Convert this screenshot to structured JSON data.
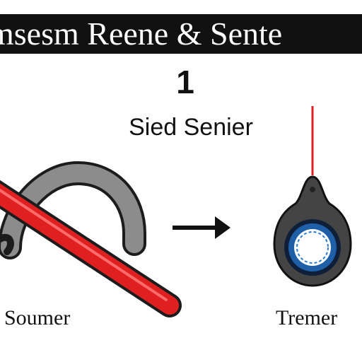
{
  "banner": {
    "text": "msesm Reene & Sente"
  },
  "step": {
    "number": "1"
  },
  "subtitle": "Sied Senier",
  "left_label": "Soumer",
  "right_label": "Tremer",
  "colors": {
    "banner_bg": "#111111",
    "red_bar": "#e02020",
    "gray_hook": "#8c8c8c",
    "blue_ring": "#1f5fa8",
    "dark_outline": "#222222"
  },
  "icons": [
    "hook-icon",
    "red-bar-icon",
    "arrow-right-icon",
    "key-fob-icon",
    "red-line-icon"
  ]
}
